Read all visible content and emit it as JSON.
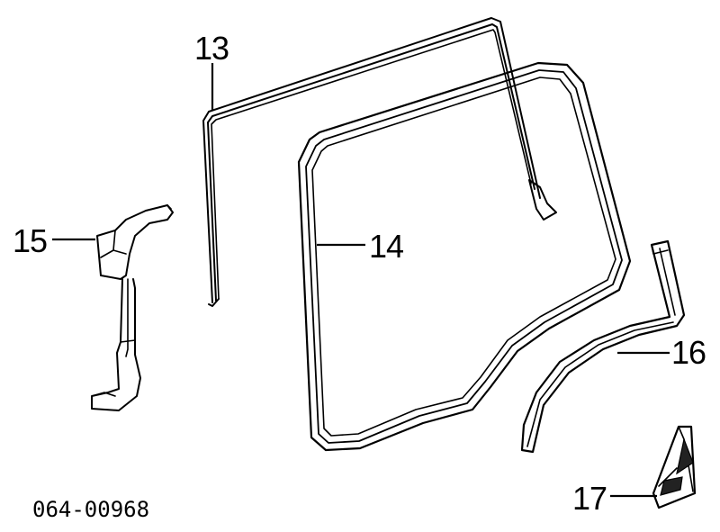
{
  "callouts": {
    "c13": "13",
    "c14": "14",
    "c15": "15",
    "c16": "16",
    "c17": "17"
  },
  "diagram_code": "064-00968"
}
